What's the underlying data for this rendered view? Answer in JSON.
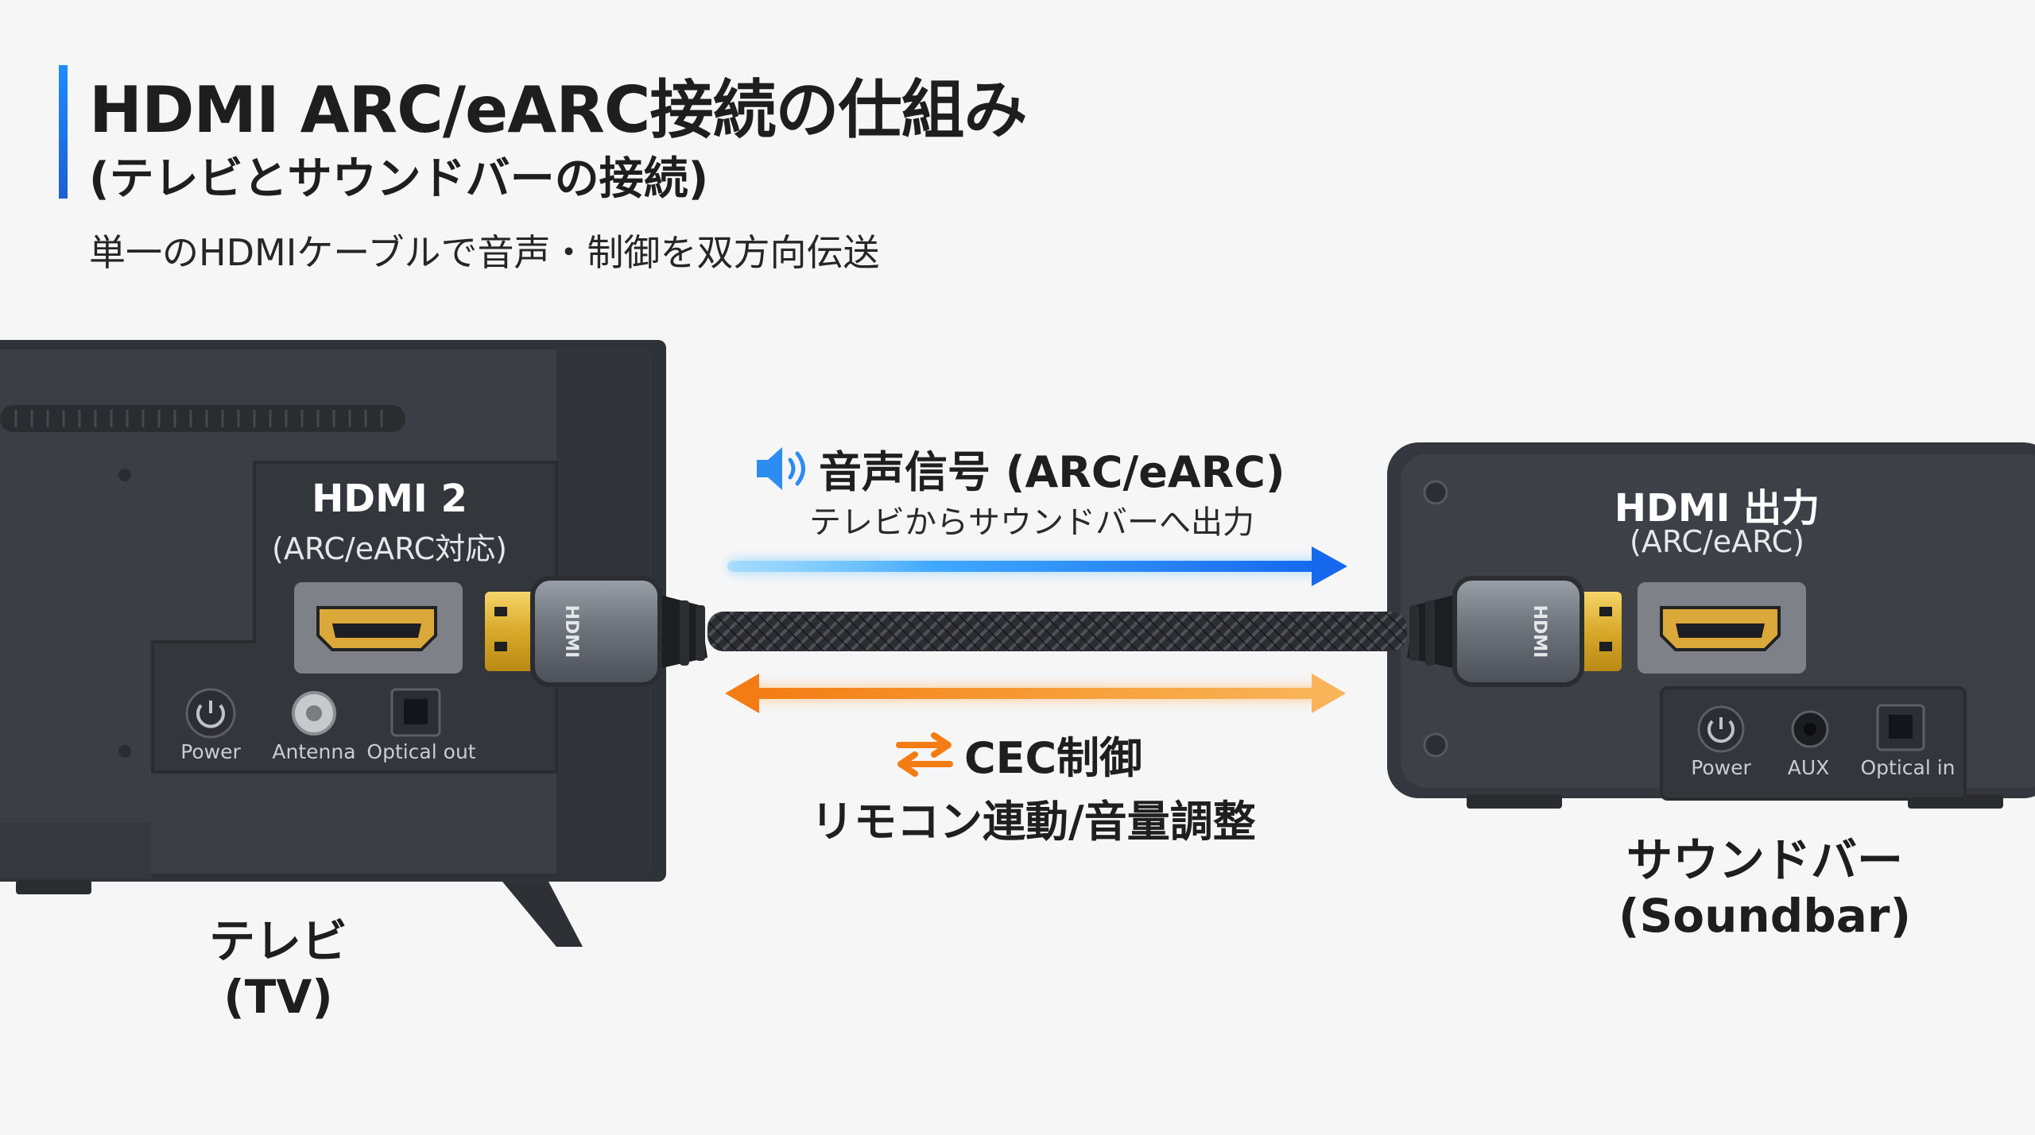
{
  "header": {
    "title": "HDMI ARC/eARC接続の仕組み",
    "subtitle": "(テレビとサウンドバーの接続)",
    "tagline": "単一のHDMIケーブルで音声・制御を双方向伝送"
  },
  "tv": {
    "port_title": "HDMI 2",
    "port_subtitle": "(ARC/eARC対応)",
    "ports": {
      "power": "Power",
      "antenna": "Antenna",
      "optical": "Optical out"
    },
    "name": "テレビ",
    "name_en": "(TV)"
  },
  "soundbar": {
    "port_title": "HDMI 出力",
    "port_subtitle": "(ARC/eARC)",
    "ports": {
      "power": "Power",
      "aux": "AUX",
      "optical": "Optical in"
    },
    "name": "サウンドバー",
    "name_en": "(Soundbar)"
  },
  "cable": {
    "plug_text": "HDMI"
  },
  "signals": {
    "audio": {
      "title": "音声信号 (ARC/eARC)",
      "subtitle": "テレビからサウンドバーへ出力",
      "icon": "speaker-icon"
    },
    "cec": {
      "title": "CEC制御",
      "subtitle": "リモコン連動/音量調整",
      "icon": "bidirectional-arrows-icon"
    }
  },
  "colors": {
    "accent": "#1f6fe0",
    "audio_arrow": "#1a73f0",
    "cec_arrow": "#f5841f",
    "device_body": "#3a3d43"
  }
}
